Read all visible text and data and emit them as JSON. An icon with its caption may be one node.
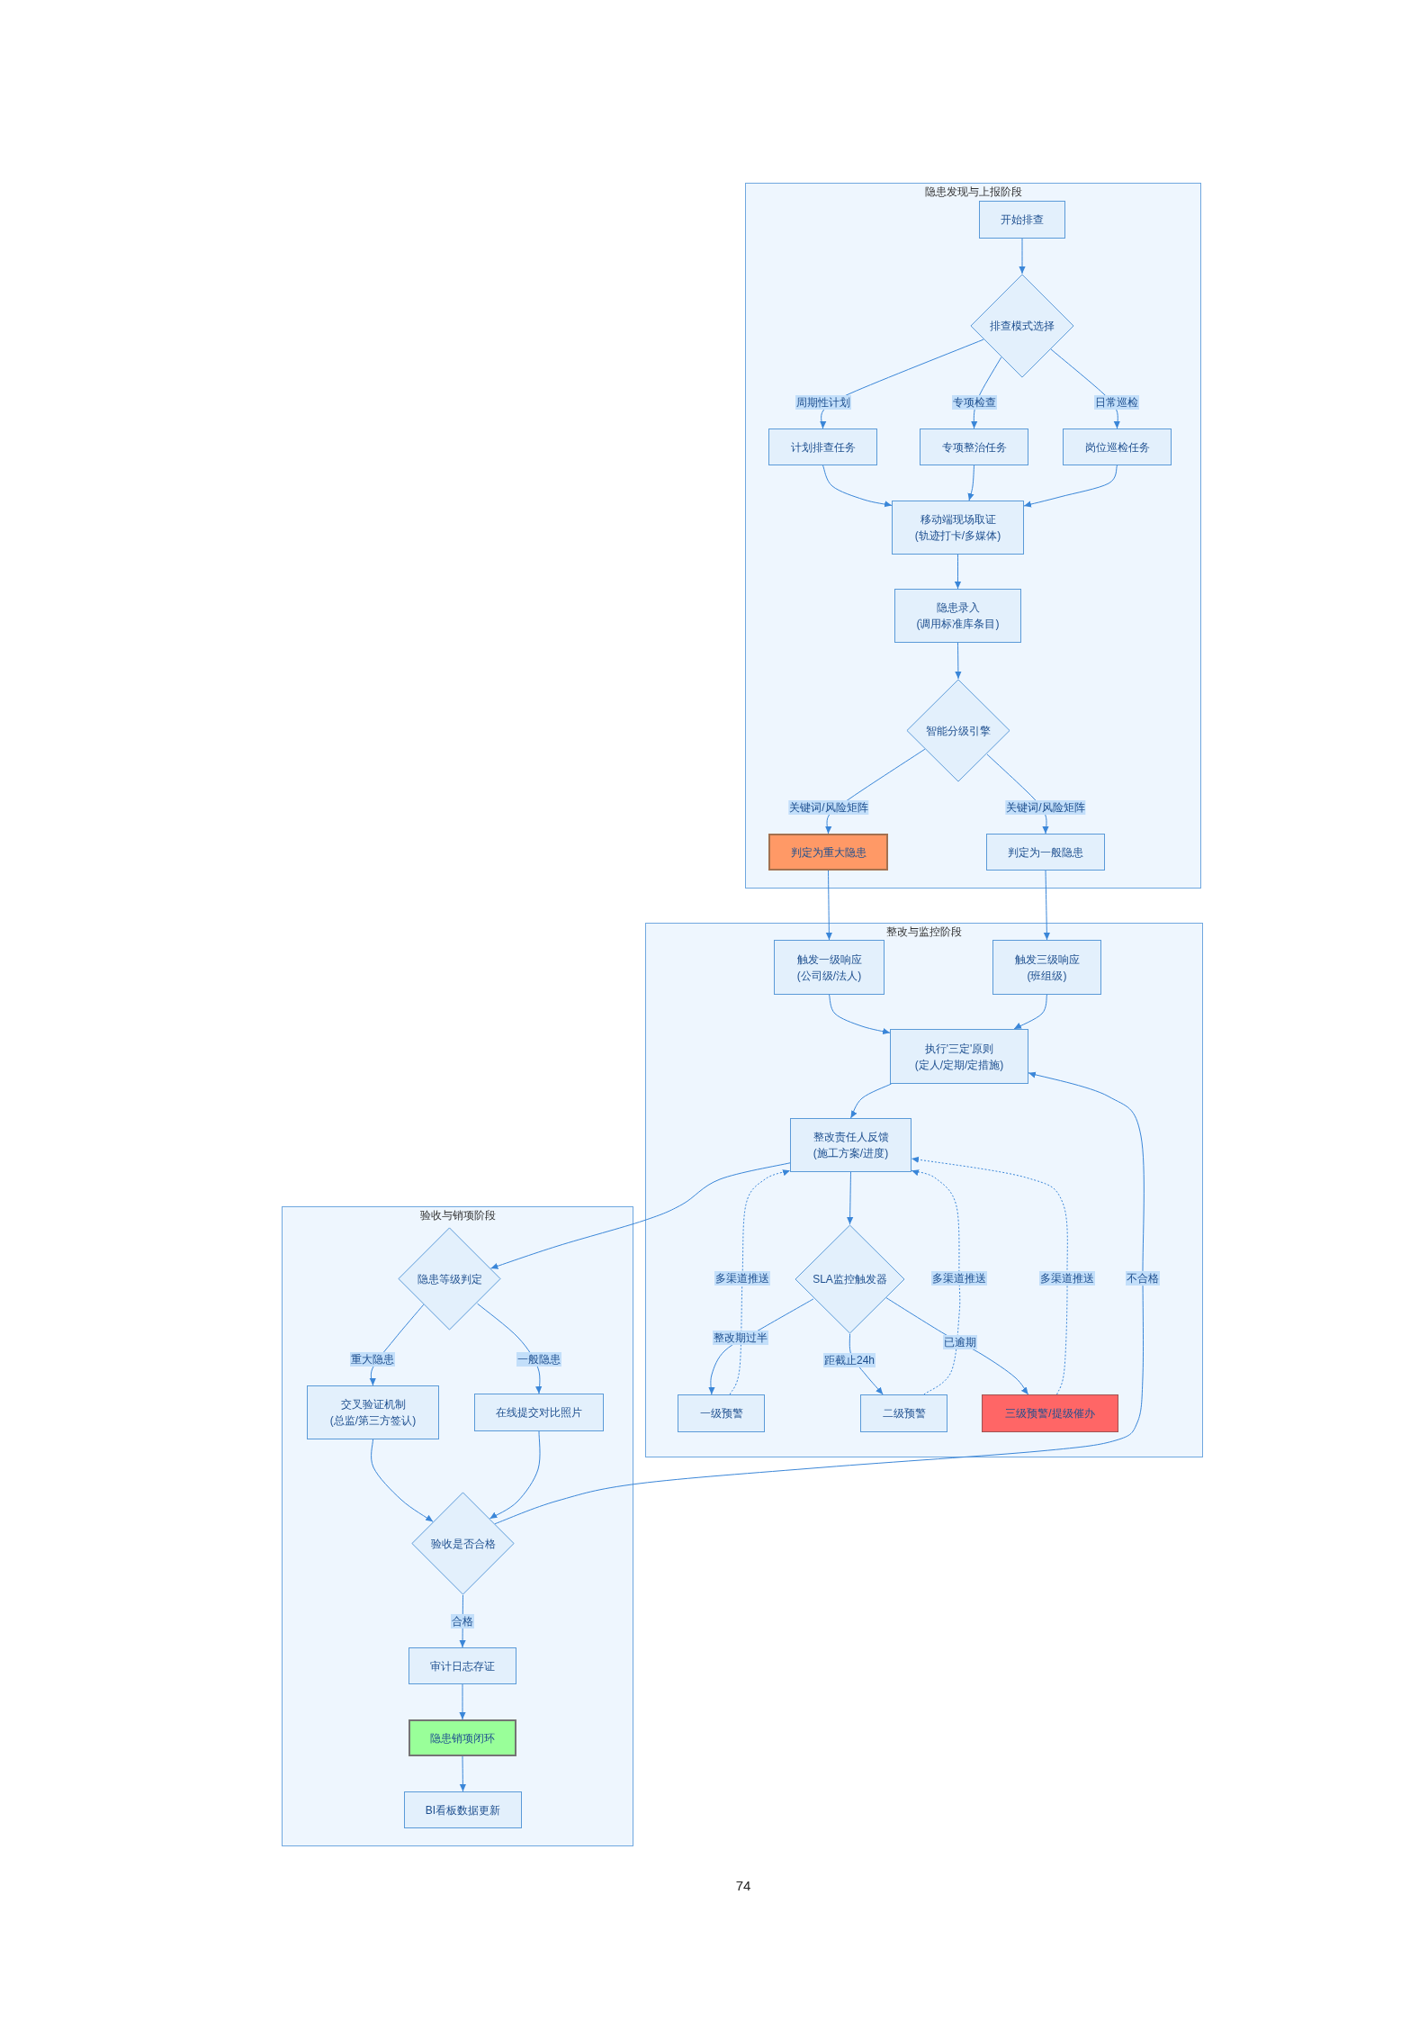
{
  "diagram": {
    "nodes": [
      {
        "text": [
          "隐患发现与上报阶段"
        ]
      },
      {
        "text": [
          "开始排查"
        ],
        "in": 0
      },
      {
        "text": [
          "排查模式选择"
        ],
        "in": 0
      },
      {
        "text": [
          "计划排查任务"
        ],
        "in": 0
      },
      {
        "text": [
          "专项整治任务"
        ],
        "in": 0
      },
      {
        "text": [
          "岗位巡检任务"
        ],
        "in": 0
      },
      {
        "text": [
          "移动端现场取证",
          "(轨迹打卡/多媒体)"
        ],
        "in": 0
      },
      {
        "text": [
          "隐患录入",
          "(调用标准库条目)"
        ],
        "in": 0
      },
      {
        "text": [
          "智能分级引擎"
        ],
        "in": 0
      },
      {
        "text": [
          "判定为重大隐患"
        ],
        "in": 0
      },
      {
        "text": [
          "判定为一般隐患"
        ],
        "in": 0
      },
      {
        "text": [
          "整改与监控阶段"
        ]
      },
      {
        "text": [
          "触发一级响应",
          "(公司级/法人)"
        ],
        "in": 11
      },
      {
        "text": [
          "触发三级响应",
          "(班组级)"
        ],
        "in": 11
      },
      {
        "text": [
          "执行'三定'原则",
          "(定人/定期/定措施)"
        ],
        "in": 11
      },
      {
        "text": [
          "整改责任人反馈",
          "(施工方案/进度)"
        ],
        "in": 11
      },
      {
        "text": [
          "SLA监控触发器"
        ],
        "in": 11
      },
      {
        "text": [
          "一级预警"
        ],
        "in": 11
      },
      {
        "text": [
          "二级预警"
        ],
        "in": 11
      },
      {
        "text": [
          "三级预警/提级催办"
        ],
        "in": 11
      },
      {
        "text": [
          "验收与销项阶段"
        ]
      },
      {
        "text": [
          "隐患等级判定"
        ],
        "in": 20
      },
      {
        "text": [
          "交叉验证机制",
          "(总监/第三方签认)"
        ],
        "in": 20
      },
      {
        "text": [
          "在线提交对比照片"
        ],
        "in": 20
      },
      {
        "text": [
          "验收是否合格"
        ],
        "in": 20
      },
      {
        "text": [
          "审计日志存证"
        ],
        "in": 20
      },
      {
        "text": [
          "隐患销项闭环"
        ],
        "in": 20
      },
      {
        "text": [
          "BI看板数据更新"
        ],
        "in": 20
      }
    ],
    "edges": [
      {
        "from": 1,
        "to": 2,
        "arrow": "to"
      },
      {
        "from": 2,
        "to": 3,
        "label": "周期性计划",
        "arrow": "to"
      },
      {
        "from": 2,
        "to": 4,
        "label": "专项检查",
        "arrow": "to"
      },
      {
        "from": 2,
        "to": 5,
        "label": "日常巡检",
        "arrow": "to"
      },
      {
        "from": 3,
        "to": 6,
        "arrow": "to"
      },
      {
        "from": 4,
        "to": 6,
        "arrow": "to"
      },
      {
        "from": 5,
        "to": 6,
        "arrow": "to"
      },
      {
        "from": 6,
        "to": 7,
        "arrow": "to"
      },
      {
        "from": 7,
        "to": 8,
        "arrow": "to"
      },
      {
        "from": 8,
        "to": 9,
        "label": "关键词/风险矩阵",
        "arrow": "to"
      },
      {
        "from": 8,
        "to": 10,
        "label": "关键词/风险矩阵",
        "arrow": "to"
      },
      {
        "from": 9,
        "to": 12,
        "arrow": "to"
      },
      {
        "from": 10,
        "to": 13,
        "arrow": "to"
      },
      {
        "from": 12,
        "to": 14,
        "arrow": "to"
      },
      {
        "from": 13,
        "to": 14,
        "arrow": "to"
      },
      {
        "from": 14,
        "to": 15,
        "arrow": "to"
      },
      {
        "from": 15,
        "to": 16,
        "arrow": "to"
      },
      {
        "from": 16,
        "to": 17,
        "label": "整改期过半",
        "arrow": "to"
      },
      {
        "from": 16,
        "to": 18,
        "label": "距截止24h",
        "arrow": "to"
      },
      {
        "from": 16,
        "to": 19,
        "label": "已逾期",
        "arrow": "to"
      },
      {
        "from": 17,
        "to": 15,
        "label": "多渠道推送",
        "arrow": "to",
        "style": "dashed"
      },
      {
        "from": 18,
        "to": 15,
        "label": "多渠道推送",
        "arrow": "to",
        "style": "dashed"
      },
      {
        "from": 19,
        "to": 15,
        "label": "多渠道推送",
        "arrow": "to",
        "style": "dashed"
      },
      {
        "from": 15,
        "to": 21,
        "arrow": "to"
      },
      {
        "from": 21,
        "to": 22,
        "label": "重大隐患",
        "arrow": "to"
      },
      {
        "from": 21,
        "to": 23,
        "label": "一般隐患",
        "arrow": "to"
      },
      {
        "from": 22,
        "to": 24,
        "arrow": "to"
      },
      {
        "from": 23,
        "to": 24,
        "arrow": "to"
      },
      {
        "from": 24,
        "to": 14,
        "label": "不合格",
        "arrow": "to"
      },
      {
        "from": 24,
        "to": 25,
        "label": "合格",
        "arrow": "to"
      },
      {
        "from": 25,
        "to": 26,
        "arrow": "to"
      },
      {
        "from": 26,
        "to": 27,
        "arrow": "to"
      }
    ],
    "labels": [
      "74"
    ]
  }
}
